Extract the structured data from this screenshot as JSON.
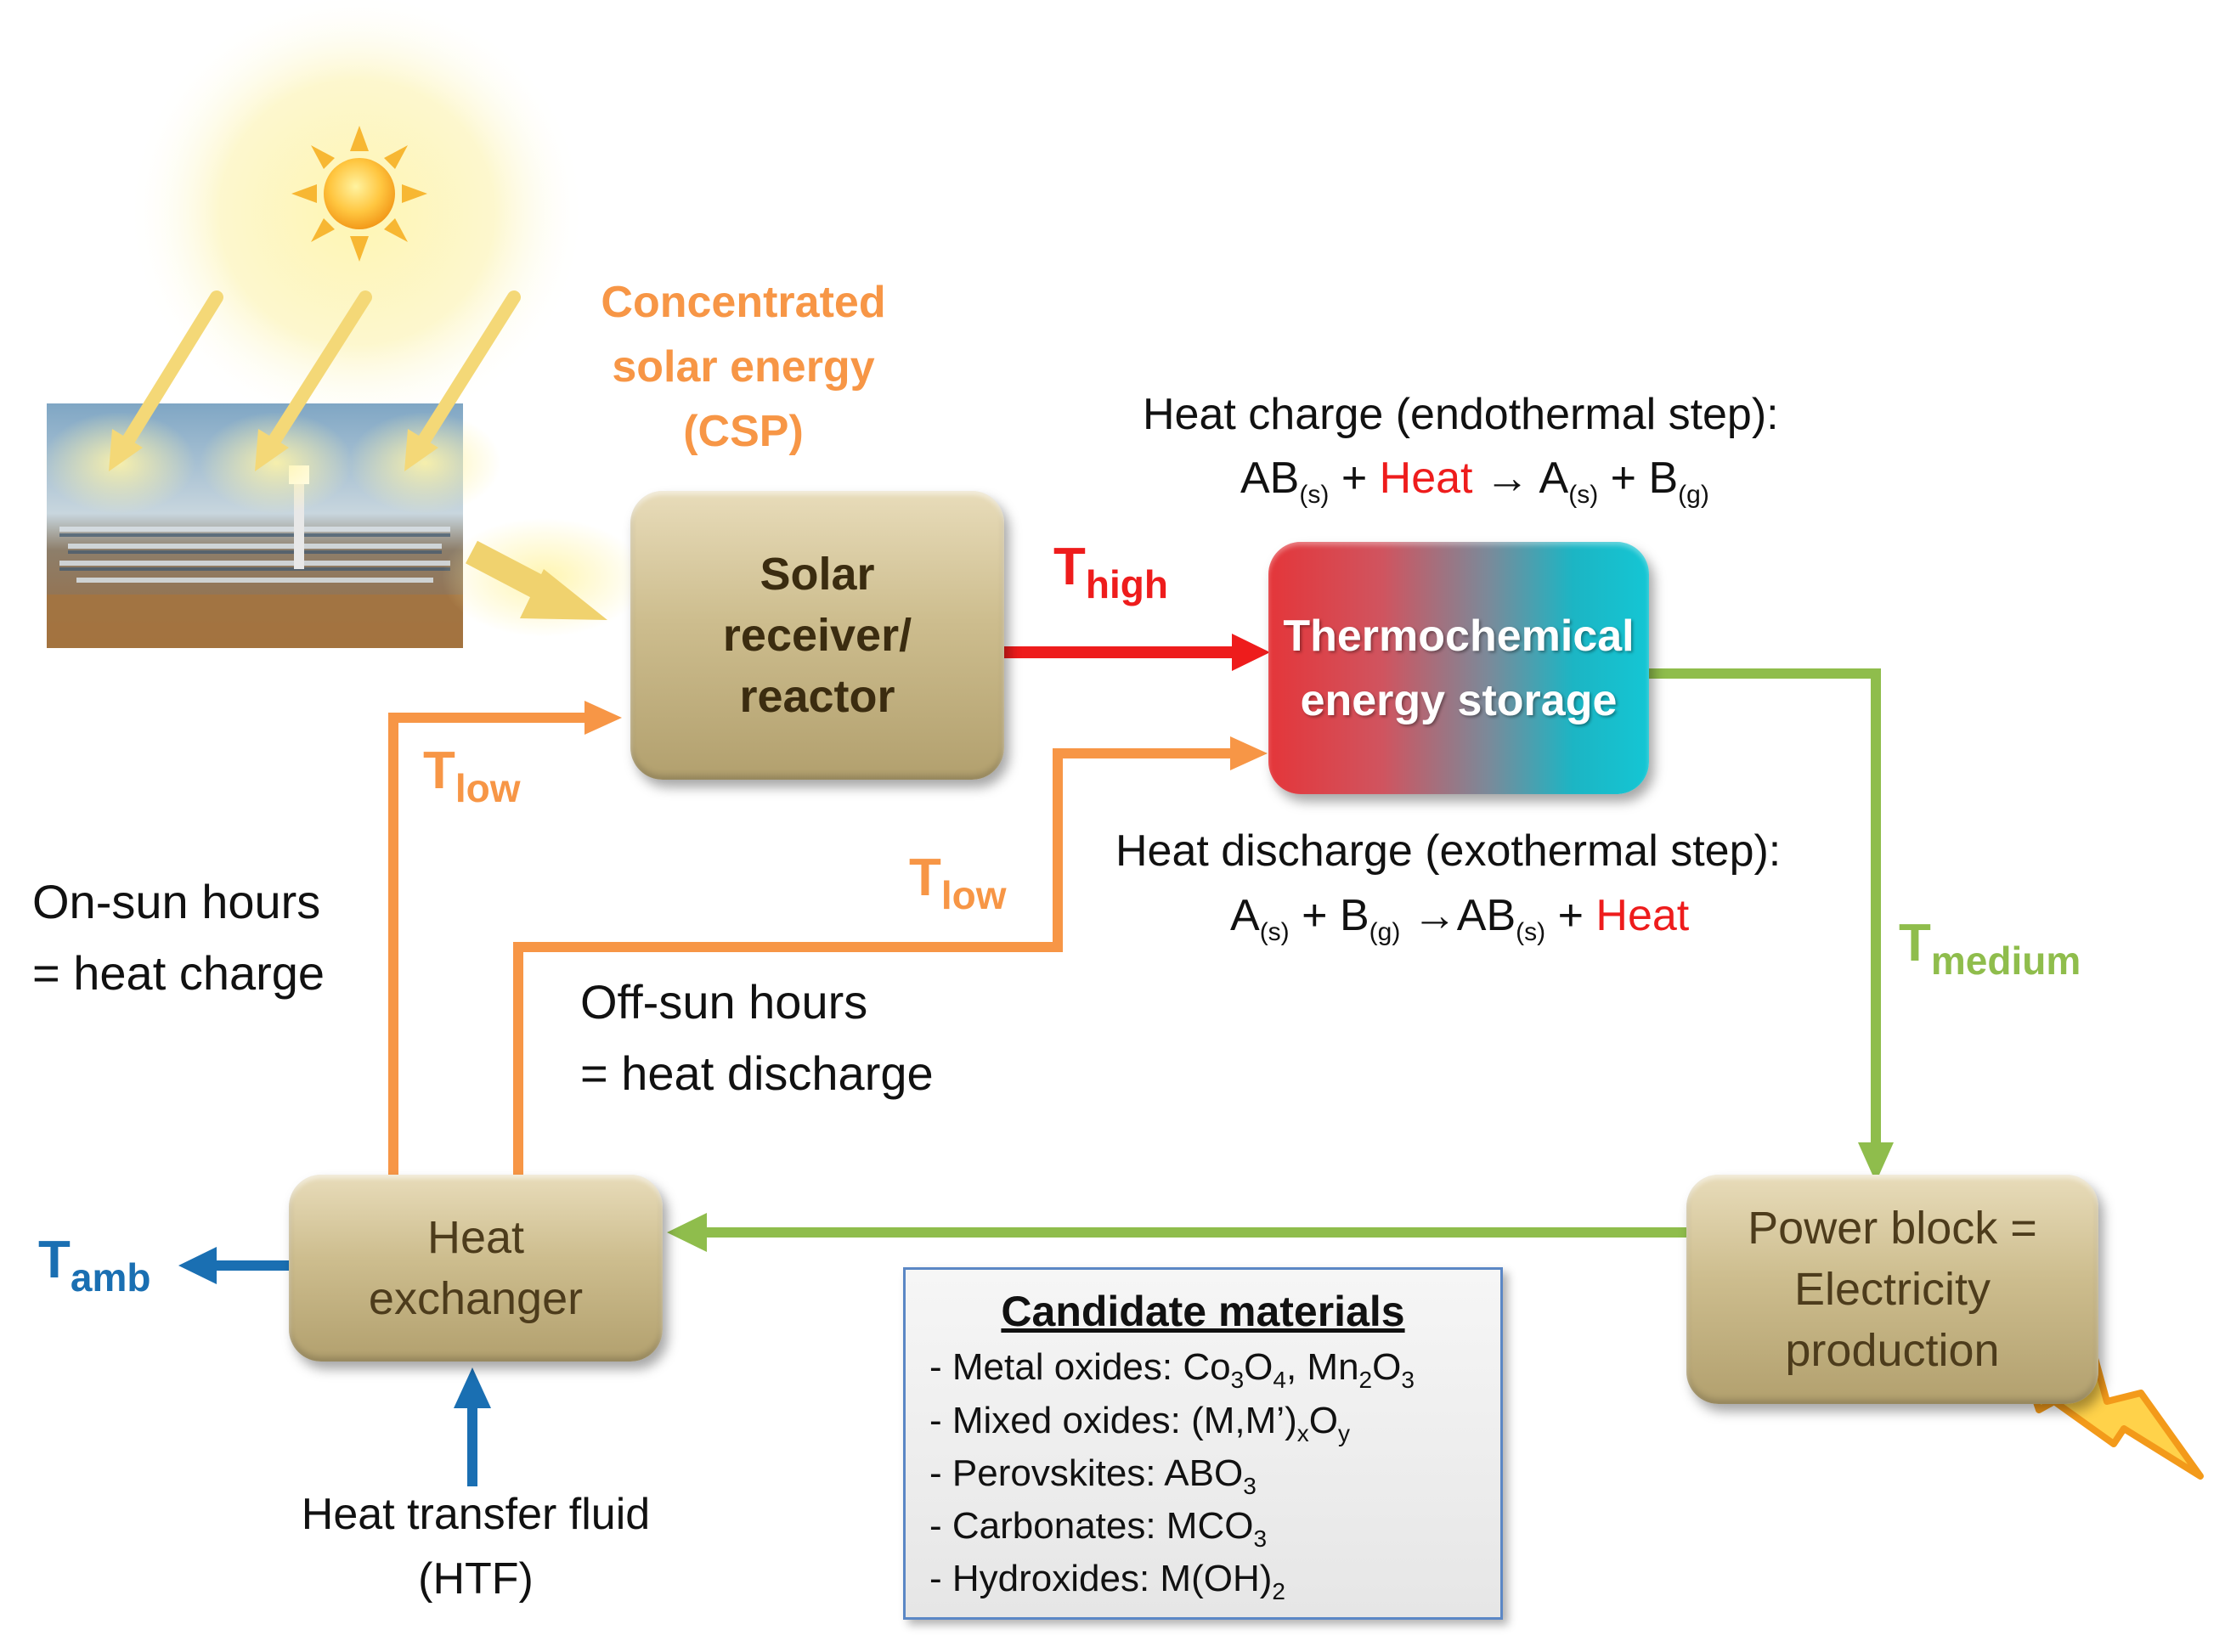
{
  "csp_label": [
    "Concentrated",
    "solar energy",
    "(CSP)"
  ],
  "solar_receiver": [
    "Solar",
    "receiver/",
    "reactor"
  ],
  "storage": [
    "Thermochemical",
    "energy storage"
  ],
  "heat_exchanger": [
    "Heat",
    "exchanger"
  ],
  "power_block": [
    "Power block =",
    "Electricity",
    "production"
  ],
  "charge_title": "Heat charge (endothermal step):",
  "charge_eq": {
    "ab": "AB",
    "s": "(s)",
    "plus": "+",
    "heat": "Heat",
    "arrow": "→",
    "a": "A",
    "b": "B",
    "g": "(g)"
  },
  "discharge_title": "Heat discharge (exothermal step):",
  "temps": {
    "T": "T",
    "high": "high",
    "low": "low",
    "medium": "medium",
    "amb": "amb"
  },
  "on_sun": [
    "On-sun hours",
    "= heat charge"
  ],
  "off_sun": [
    "Off-sun hours",
    "= heat discharge"
  ],
  "htf": [
    "Heat transfer fluid",
    "(HTF)"
  ],
  "candidate": {
    "title": "Candidate materials",
    "metal_oxides": "- Metal oxides: Co",
    "mixed_oxides": "- Mixed oxides: (M,M’)",
    "perovskites": "- Perovskites: ABO",
    "carbonates": "- Carbonates: MCO",
    "hydroxides": "- Hydroxides: M(OH)"
  },
  "colors": {
    "hot": "#ee1c1c",
    "low": "#f79646",
    "medium": "#8fbd4c",
    "ambient": "#1a6fb2"
  }
}
